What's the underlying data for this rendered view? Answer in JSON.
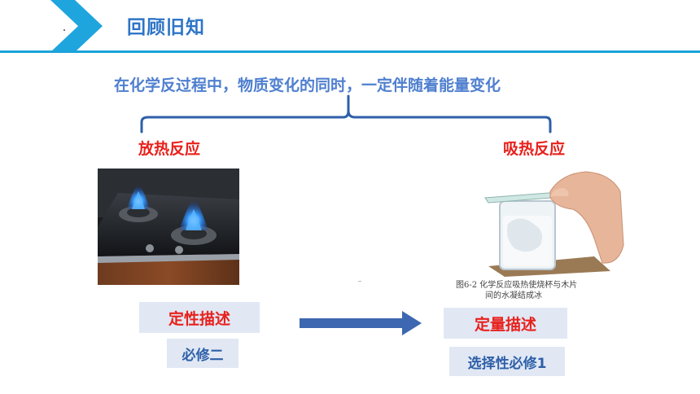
{
  "header": {
    "title": "回顾旧知",
    "accent_color": "#1aa3d9",
    "chevron_color": "#1fa5de"
  },
  "main": {
    "topic": "在化学反过程中，物质变化的同时，一定伴随着能量变化",
    "exothermic_label": "放热反应",
    "endothermic_label": "吸热反应",
    "qualitative_label": "定性描述",
    "quantitative_label": "定量描述",
    "qualitative_course": "必修二",
    "quantitative_course": "选择性必修1",
    "figure_caption_line1": "图6-2  化学反应吸热使烧杯与木片",
    "figure_caption_line2": "间的水凝结成冰"
  }
}
